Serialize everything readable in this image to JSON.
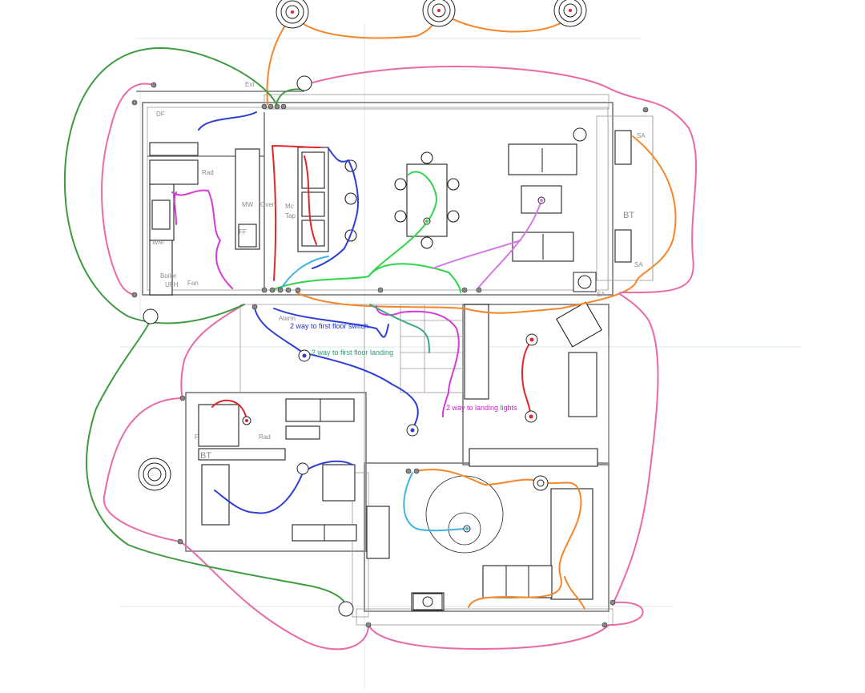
{
  "room_labels": {
    "ext": "Ext",
    "df": "DF",
    "rad_kitchen": "Rad",
    "oven": "Oven",
    "mw": "MW",
    "tap": "Tap",
    "mc": "Mc",
    "ff": "FF",
    "wm": "WM",
    "boiler": "Boiler",
    "ufh": "UFH",
    "fan": "Fan",
    "alarm": "Alarm",
    "bt_top": "BT",
    "sa_top": "SA",
    "sa_mid": "SA",
    "sa_low": "SA",
    "bt_lower": "BT",
    "rad_lower": "Rad",
    "f_label": "F"
  },
  "notes": {
    "two_way_switch": "2 way to first floor switch",
    "two_way_landing": "2 way to first floor landing",
    "two_way_landing_lights": "2 way to landing lights"
  },
  "colors": {
    "orange": "#f5862a",
    "pink": "#e96aa6",
    "green": "#3f9b3f",
    "bright_green": "#2fd64a",
    "blue": "#2e3fd6",
    "sky": "#3fb4e0",
    "red": "#e0262a",
    "magenta": "#d43bd8",
    "teal": "#3aa884",
    "violet": "#d47ae8",
    "note_blue": "#2233cc",
    "note_teal": "#2a9d6a",
    "note_magenta": "#cc22cc"
  },
  "icons": [
    "ceiling-rose-icon",
    "light-point-icon",
    "switch-icon",
    "radiator-icon"
  ]
}
